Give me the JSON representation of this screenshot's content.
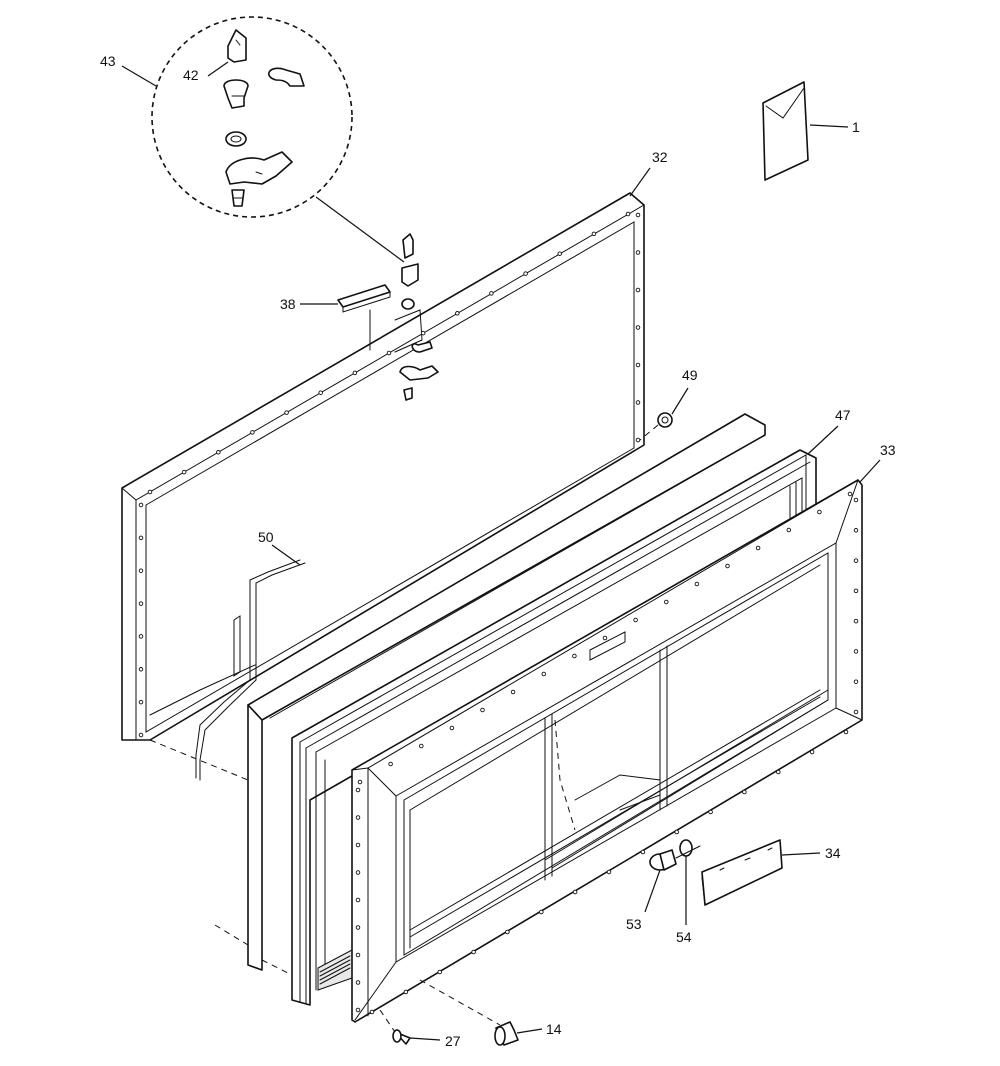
{
  "callouts": {
    "c1": "1",
    "c14": "14",
    "c27": "27",
    "c32": "32",
    "c33": "33",
    "c34": "34",
    "c38": "38",
    "c42": "42",
    "c43": "43",
    "c47": "47",
    "c49": "49",
    "c50": "50",
    "c53": "53",
    "c54": "54"
  },
  "icons": [
    "manual-icon",
    "hinge-pin-icon",
    "hinge-assembly-icon",
    "screw-icon",
    "washer-icon"
  ]
}
